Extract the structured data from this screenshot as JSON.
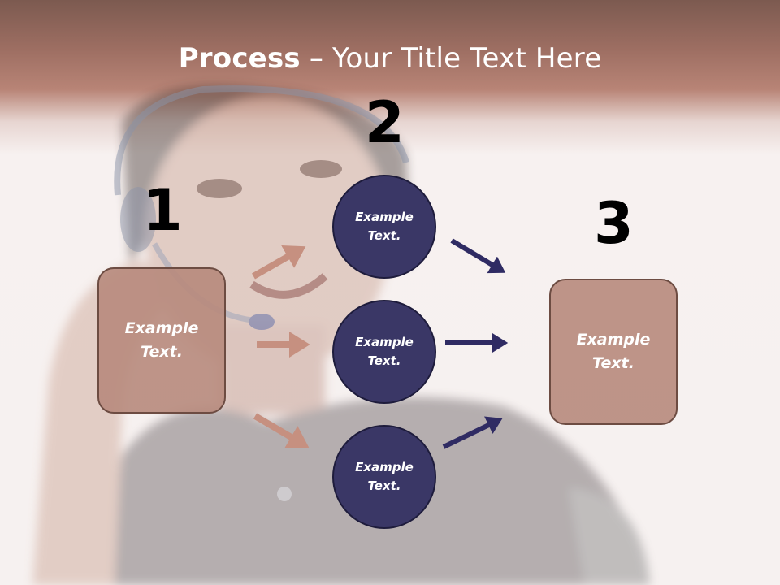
{
  "slide": {
    "title_bold": "Process",
    "title_rest": " – Your Title Text Here"
  },
  "steps": {
    "step1": {
      "number": "1",
      "text": "Example Text."
    },
    "step2": {
      "number": "2",
      "circles": [
        {
          "text": "Example Text."
        },
        {
          "text": "Example Text."
        },
        {
          "text": "Example Text."
        }
      ]
    },
    "step3": {
      "number": "3",
      "text": "Example Text."
    }
  },
  "colors": {
    "box_fill": "#b7897c",
    "circle_fill": "#3a3766",
    "arrow_left": "#c69080",
    "arrow_right": "#2f2b63"
  }
}
